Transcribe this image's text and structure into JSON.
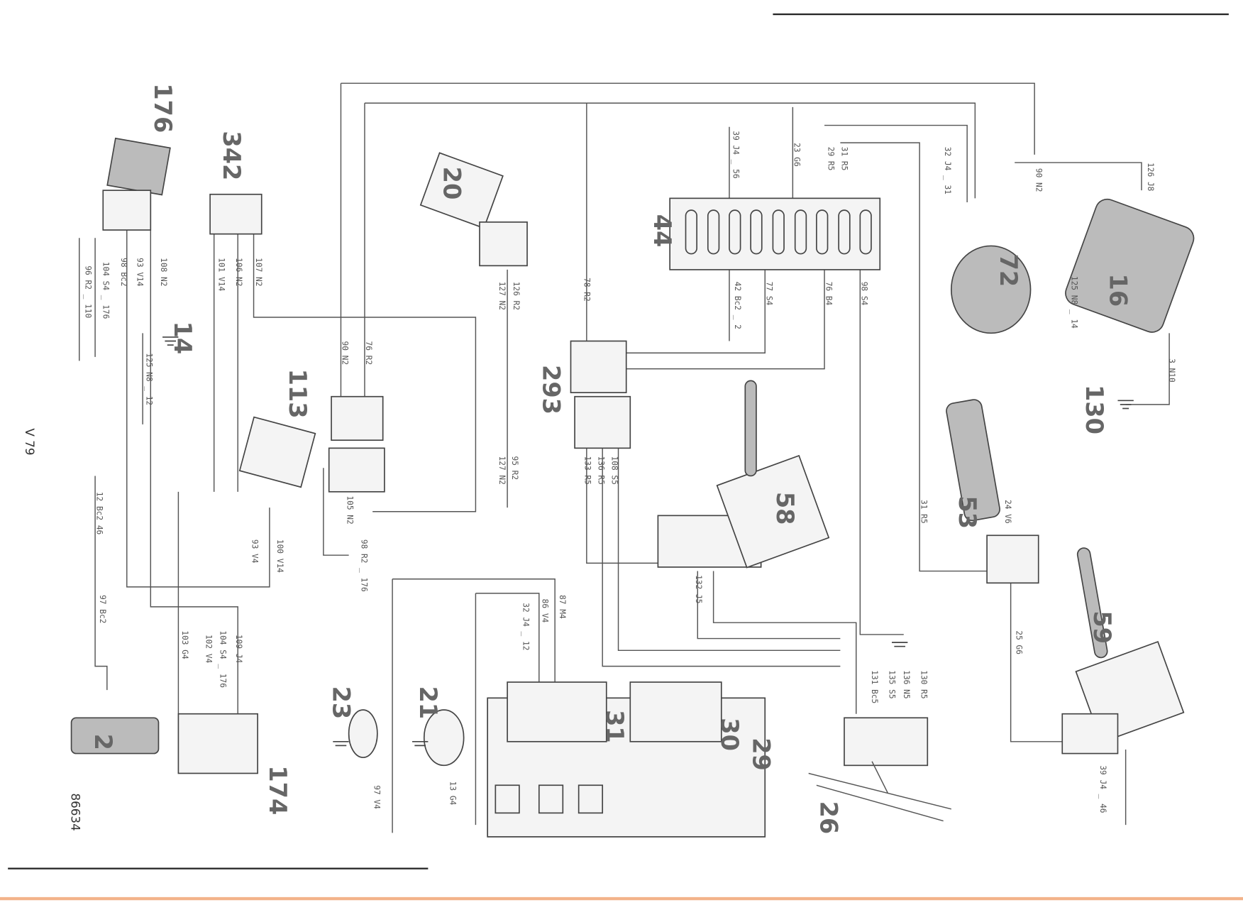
{
  "sheet": {
    "page_ref": "V 79",
    "figure_number": "86634",
    "accent_line_color": "#f3b38a"
  },
  "components": [
    "176",
    "342",
    "20",
    "44",
    "72",
    "16",
    "130",
    "14",
    "113",
    "293",
    "58",
    "53",
    "59",
    "29",
    "30",
    "31",
    "26",
    "21",
    "23",
    "174",
    "2"
  ],
  "wires": [
    "126 J8",
    "90 N2",
    "125 N8 _ 14",
    "3 N10",
    "32 J4 _ 31",
    "31 R5",
    "29 R5",
    "23 G6",
    "39 J4 _ 56",
    "42 Bc2 _ 2",
    "77 S4",
    "76 B4",
    "98 S4",
    "78 R2",
    "126 R2",
    "127 N2",
    "95 R2",
    "127 N2",
    "108 S5",
    "136 R5",
    "133 R5",
    "132 J5",
    "24 V6",
    "31 R5",
    "25 G6",
    "39 J4 _ 46",
    "130 R5",
    "136 N5",
    "135 S5",
    "131 Bc5",
    "87 M4",
    "86 V4",
    "32 J4 _ 12",
    "97 V4",
    "13 G4",
    "109 J4",
    "104 S4 _ 176",
    "102 V4",
    "103 G4",
    "100 V14",
    "93 V4",
    "98 R2 _ 176",
    "105 N2",
    "90 N2",
    "76 R2",
    "125 N8 _ 12",
    "107 N2",
    "106 N2",
    "101 V14",
    "108 N2",
    "93 V14",
    "98 Bc2",
    "104 S4 _ 176",
    "96 R2 _ 110",
    "12 Bc2 46",
    "97 Bc2"
  ]
}
